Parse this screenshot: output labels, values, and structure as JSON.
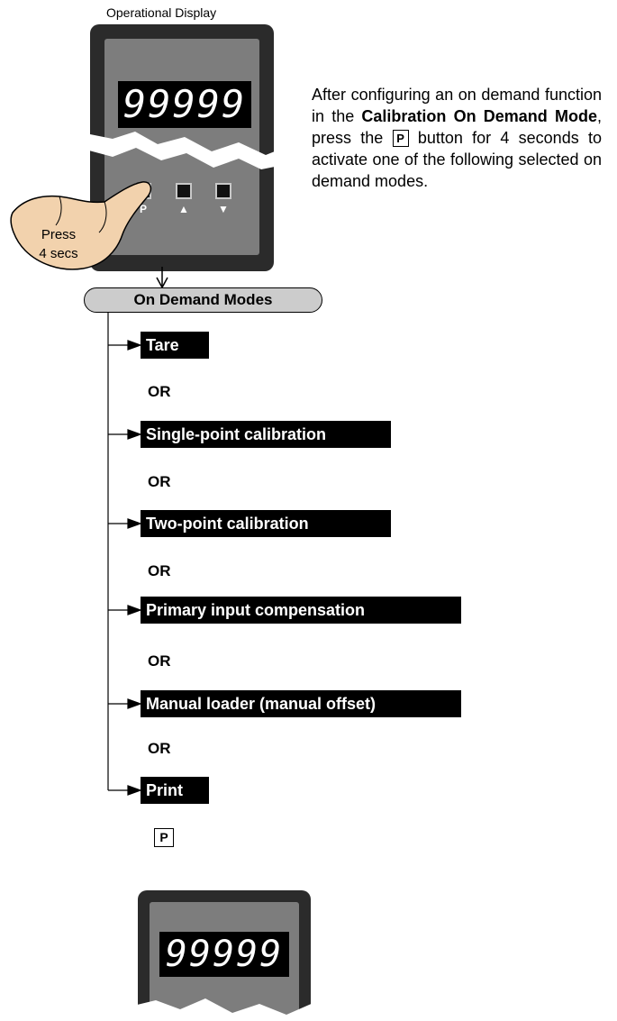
{
  "operational_display": {
    "title": "Operational Display",
    "readout": "99999",
    "key_labels": [
      "P",
      "▲",
      "▼"
    ]
  },
  "press": {
    "line1": "Press",
    "line2": "4 secs"
  },
  "description": {
    "part1": "After configuring an on demand function in the",
    "bold1": "Calibration On Demand Mode",
    "part2": ", press the",
    "key": "P",
    "part3": "button for 4 seconds to activate one of the following selected on demand modes."
  },
  "modes_header": "On Demand Modes",
  "modes": [
    "Tare",
    "Single-point calibration",
    "Two-point calibration",
    "Primary input compensation",
    "Manual loader (manual offset)",
    "Print"
  ],
  "or_label": "OR",
  "confirm_key": "P",
  "result_display": {
    "readout": "99999"
  }
}
